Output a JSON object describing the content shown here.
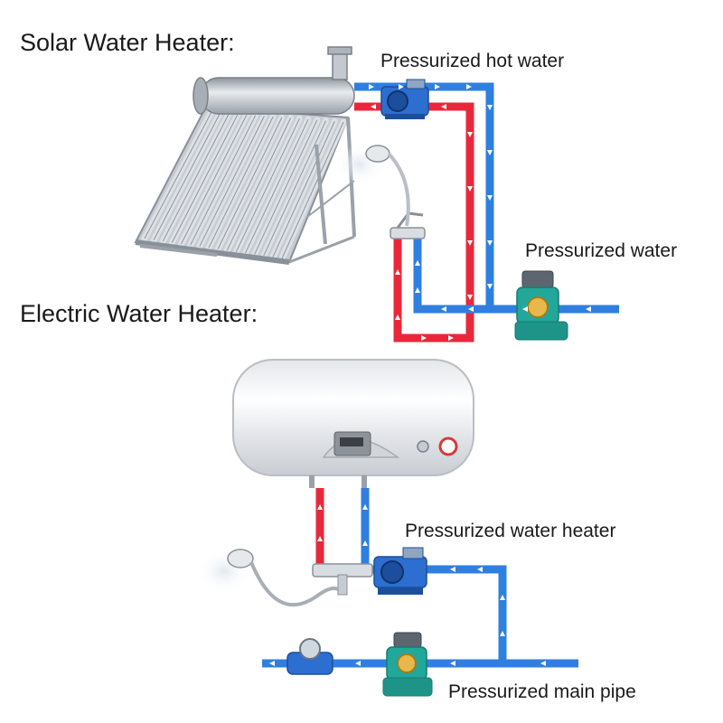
{
  "solar_section": {
    "heading": "Solar Water Heater:",
    "labels": {
      "hot_water": "Pressurized hot water",
      "water": "Pressurized water"
    }
  },
  "electric_section": {
    "heading": "Electric Water Heater:",
    "labels": {
      "heater_pump": "Pressurized water heater",
      "main_pipe": "Pressurized main pipe"
    }
  },
  "colors": {
    "hot_pipe": "#e8283a",
    "cold_pipe": "#2f7fe0",
    "pump_blue": "#2d6fd0",
    "pump_teal": "#22a89a",
    "tank_white": "#eef0f2",
    "steel": "#b8bec6"
  },
  "icons": {
    "solar_tank": "solar-heater-icon",
    "electric_tank": "electric-heater-icon",
    "shower": "shower-head-icon",
    "mixer": "mixer-valve-icon",
    "meter": "water-meter-icon",
    "pump": "water-pump-icon"
  }
}
